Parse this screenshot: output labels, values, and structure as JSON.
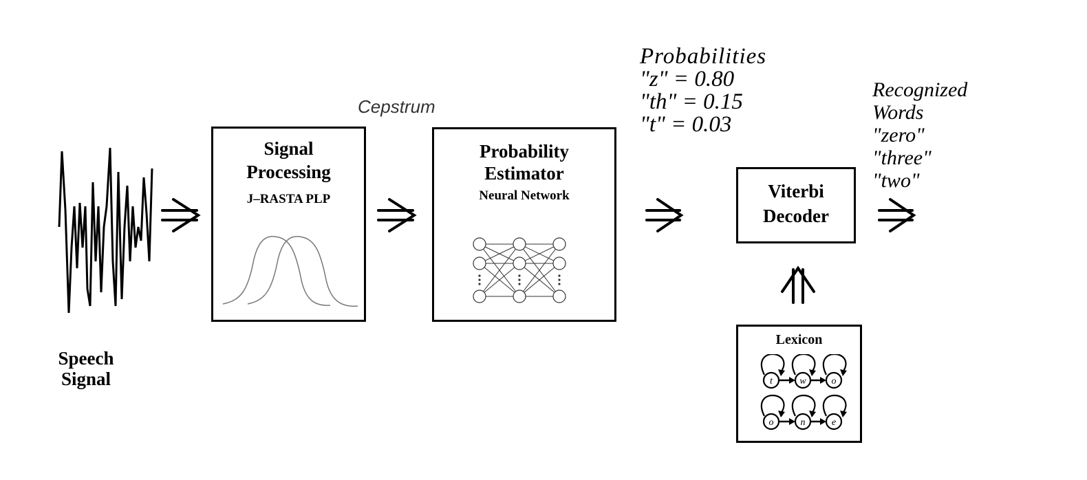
{
  "speech_signal": {
    "label_line1": "Speech",
    "label_line2": "Signal"
  },
  "signal_processing": {
    "title_line1": "Signal",
    "title_line2": "Processing",
    "subtitle": "J–RASTA PLP"
  },
  "cepstrum_label": "Cepstrum",
  "probability_estimator": {
    "title_line1": "Probability",
    "title_line2": "Estimator",
    "subtitle": "Neural Network"
  },
  "probabilities": {
    "title": "Probabilities",
    "items": [
      "\"z\" = 0.80",
      "\"th\" = 0.15",
      "\"t\" = 0.03"
    ]
  },
  "viterbi_decoder": {
    "title_line1": "Viterbi",
    "title_line2": "Decoder"
  },
  "recognized_words": {
    "title_line1": "Recognized",
    "title_line2": "Words",
    "items": [
      "\"zero\"",
      "\"three\"",
      "\"two\""
    ]
  },
  "lexicon": {
    "title": "Lexicon",
    "row1_letters": [
      "t",
      "w",
      "o"
    ],
    "row2_letters": [
      "o",
      "n",
      "e"
    ]
  }
}
